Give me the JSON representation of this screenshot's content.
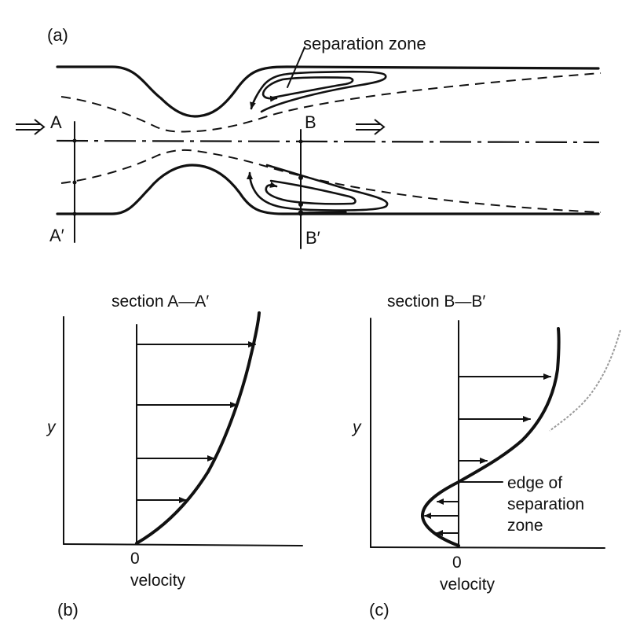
{
  "figure": {
    "panel_a": {
      "label": "(a)",
      "annotation": "separation zone",
      "section_labels": {
        "A": "A",
        "A_prime": "A′",
        "B": "B",
        "B_prime": "B′"
      },
      "flow_arrow_icon": "double-arrow-right"
    },
    "panel_b": {
      "label": "(b)",
      "title": "section A—A′",
      "y_axis_label": "y",
      "x_origin_label": "0",
      "x_axis_label": "velocity"
    },
    "panel_c": {
      "label": "(c)",
      "title": "section B—B′",
      "y_axis_label": "y",
      "x_origin_label": "0",
      "x_axis_label": "velocity",
      "annotation_line1": "edge of",
      "annotation_line2": "separation",
      "annotation_line3": "zone"
    }
  },
  "colors": {
    "ink": "#111111",
    "background": "#ffffff"
  }
}
